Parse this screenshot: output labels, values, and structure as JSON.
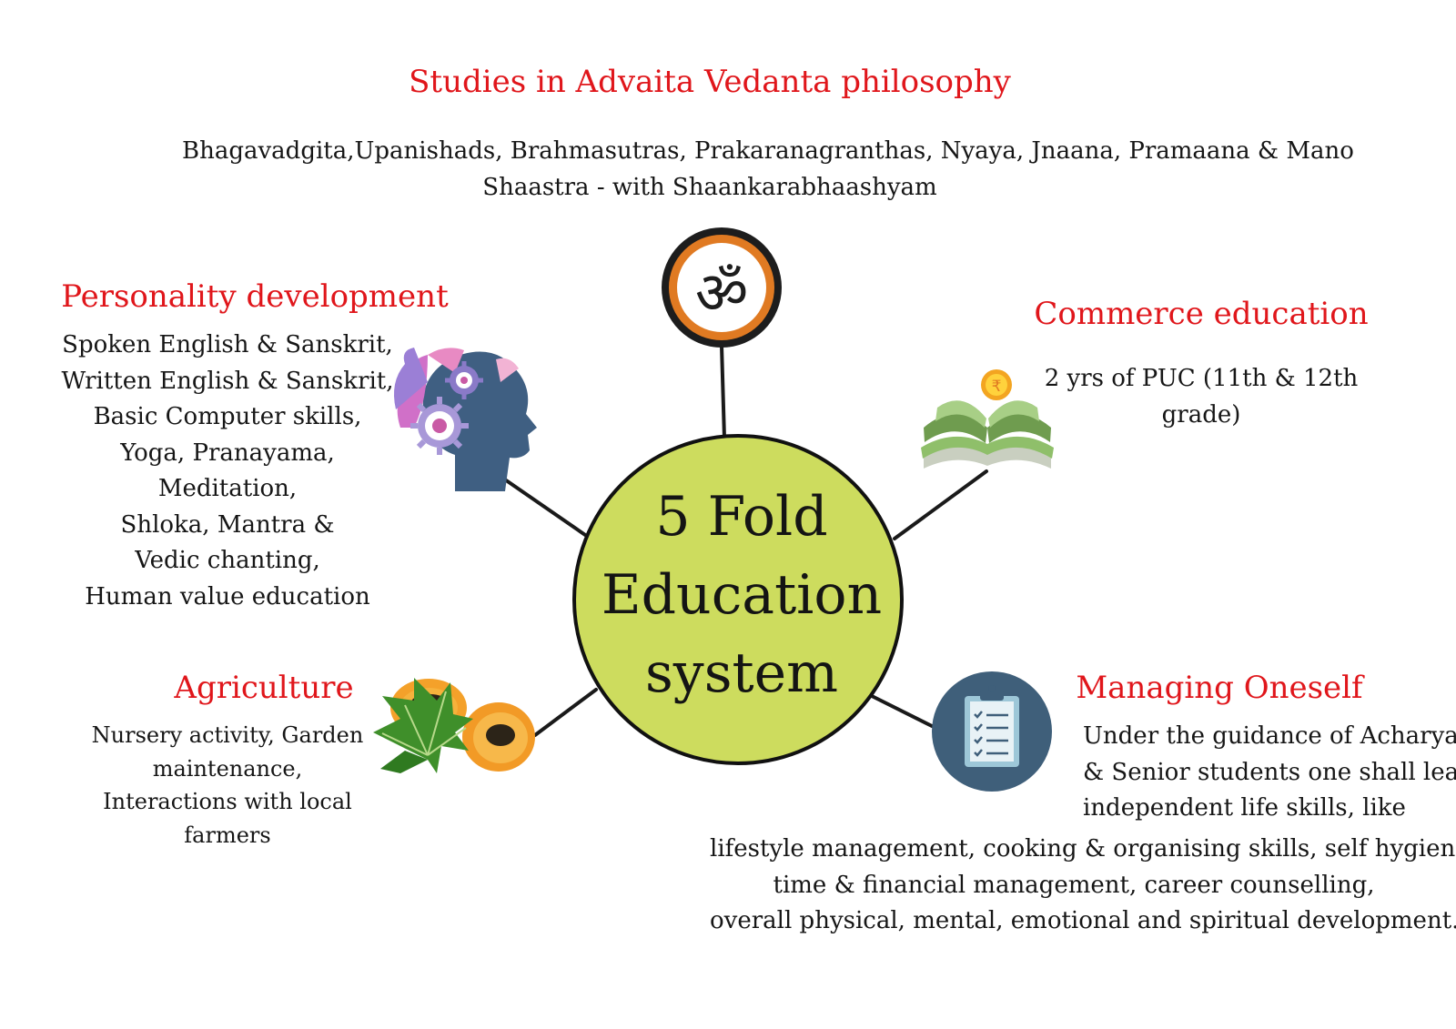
{
  "center": {
    "lines": [
      "5 Fold",
      "Education",
      "system"
    ],
    "fill_color": "#cddc5e"
  },
  "accent_color": "#e0161b",
  "branches": {
    "philosophy": {
      "title": "Studies in Advaita Vedanta philosophy",
      "lines": [
        "Bhagavadgita,Upanishads, Brahmasutras, Prakaranagranthas, Nyaya, Jnaana, Pramaana & Mano",
        "Shaastra  - with Shaankarabhaashyam"
      ],
      "icon": "om-icon"
    },
    "personality": {
      "title": "Personality development",
      "items": [
        "Spoken English & Sanskrit,",
        "Written English & Sanskrit,",
        "Basic Computer skills,",
        "Yoga, Pranayama,",
        "Meditation,",
        "Shloka, Mantra &",
        "Vedic chanting,",
        "Human value education"
      ],
      "icon": "brain-gears-icon"
    },
    "commerce": {
      "title": "Commerce education",
      "lines": [
        "2 yrs of PUC (11th & 12th",
        "grade)"
      ],
      "icon": "money-book-icon",
      "coin_symbol": "₹"
    },
    "agriculture": {
      "title": "Agriculture",
      "lines": [
        "Nursery activity, Garden",
        "maintenance,",
        "Interactions with local",
        "farmers"
      ],
      "icon": "papaya-icon"
    },
    "managing": {
      "title": "Managing Oneself",
      "lines": [
        "Under the guidance of Acharyaas",
        "& Senior students one shall learn",
        "independent life skills, like"
      ],
      "extra_lines": [
        "lifestyle management, cooking & organising skills, self hygiene,",
        "time & financial management, career counselling,",
        "overall physical, mental, emotional and spiritual development."
      ],
      "icon": "clipboard-checklist-icon"
    }
  }
}
